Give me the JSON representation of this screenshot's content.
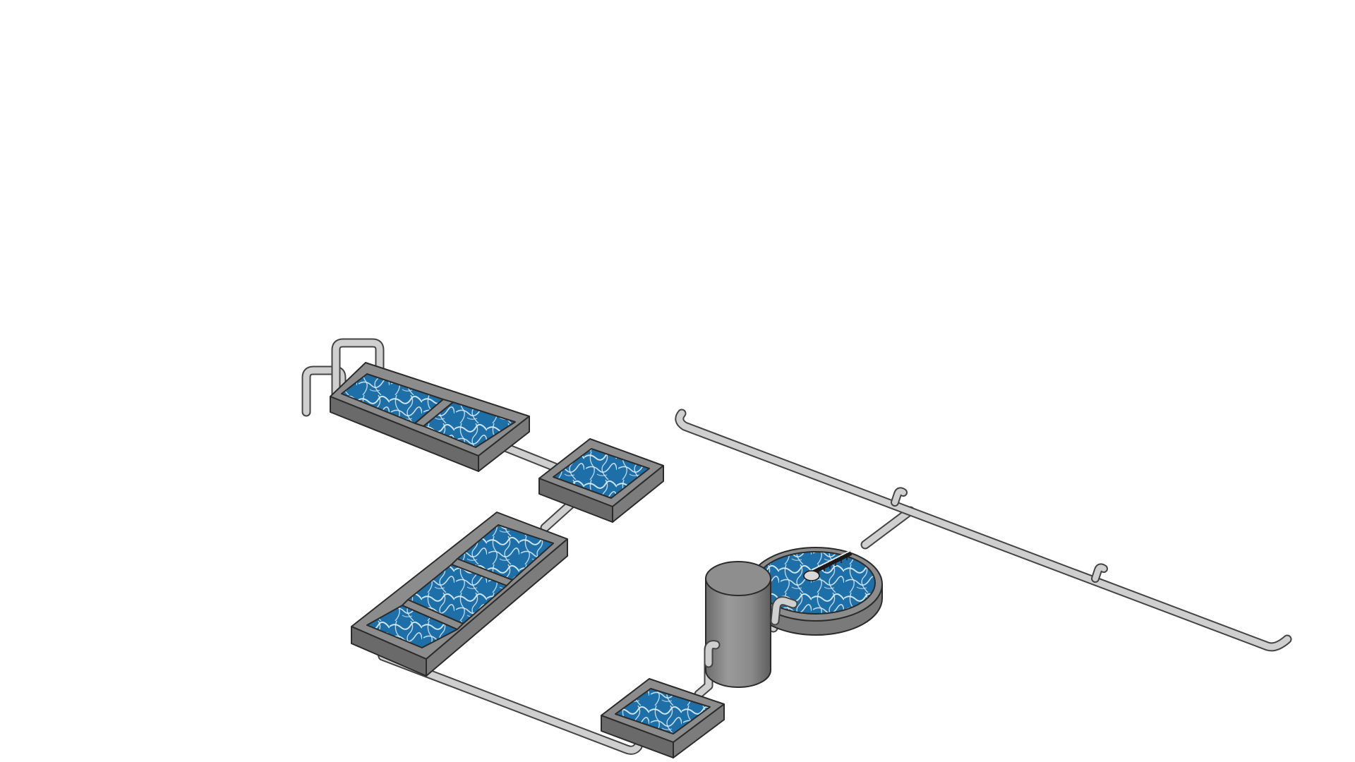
{
  "diagram": {
    "components": [
      {
        "id": "inlet-pipe",
        "kind": "pipe"
      },
      {
        "id": "basin-1",
        "kind": "rectangular-basin",
        "compartments": 2
      },
      {
        "id": "basin-2",
        "kind": "rectangular-basin",
        "compartments": 1
      },
      {
        "id": "basin-3",
        "kind": "rectangular-basin",
        "compartments": 3
      },
      {
        "id": "basin-4",
        "kind": "rectangular-basin",
        "compartments": 1
      },
      {
        "id": "storage-tank",
        "kind": "cylindrical-tank"
      },
      {
        "id": "clarifier",
        "kind": "circular-clarifier",
        "has_rotating_bridge": true
      },
      {
        "id": "outfall-pipe",
        "kind": "distribution-pipe",
        "branch_stubs": 2
      }
    ],
    "flow_sequence": [
      "inlet-pipe",
      "basin-1",
      "basin-2",
      "basin-3",
      "basin-4",
      "storage-tank",
      "clarifier",
      "outfall-pipe"
    ],
    "colors": {
      "background": "#ffffff",
      "water": "#1e6fa8",
      "water_highlight": "#dff0fb",
      "concrete": "#8c8c8c",
      "concrete_dark": "#5c5c5c",
      "concrete_light": "#a5a5a5",
      "pipe": "#c9c9c9",
      "outline": "#2b2b2b"
    }
  }
}
